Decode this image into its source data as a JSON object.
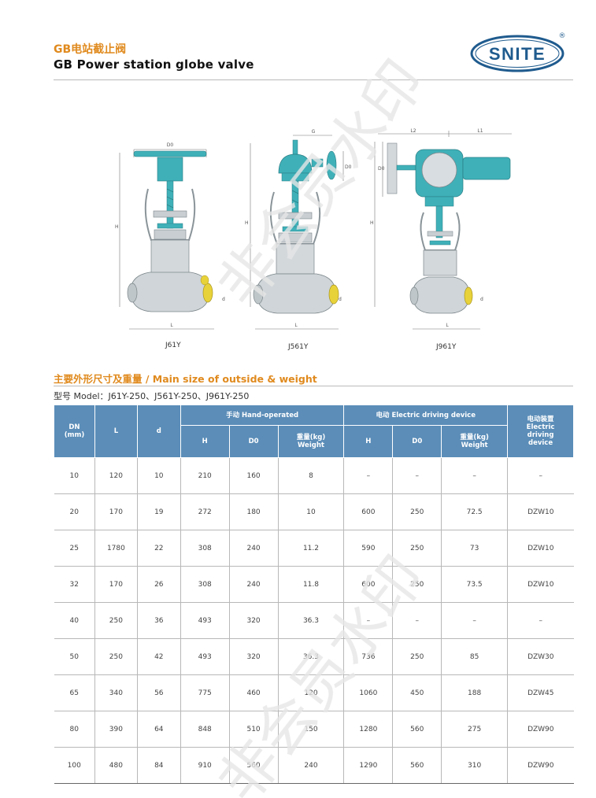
{
  "header": {
    "title_cn": "GB电站截止阀",
    "title_en": "GB Power station globe valve",
    "logo_text": "SNITE",
    "logo_mark": "®"
  },
  "drawings": [
    {
      "caption": "J61Y",
      "dims": [
        "D0",
        "H",
        "L",
        "d"
      ]
    },
    {
      "caption": "J561Y",
      "dims": [
        "G",
        "D0",
        "H",
        "L",
        "d"
      ]
    },
    {
      "caption": "J961Y",
      "dims": [
        "L2",
        "L1",
        "D0",
        "H",
        "L",
        "d"
      ]
    }
  ],
  "section": {
    "title": "主要外形尺寸及重量 / Main size of outside & weight",
    "model_line": "型号 Model：J61Y-250、J561Y-250、J961Y-250"
  },
  "table": {
    "headers": {
      "dn": "DN\n(mm)",
      "l": "L",
      "d": "d",
      "hand_group": "手动 Hand-operated",
      "elec_group": "电动 Electric driving device",
      "device": "电动装置\nElectric\ndriving\ndevice",
      "h": "H",
      "d0": "D0",
      "weight": "重量(kg)\nWeight"
    },
    "rows": [
      [
        "10",
        "120",
        "10",
        "210",
        "160",
        "8",
        "–",
        "–",
        "–",
        "–"
      ],
      [
        "20",
        "170",
        "19",
        "272",
        "180",
        "10",
        "600",
        "250",
        "72.5",
        "DZW10"
      ],
      [
        "25",
        "1780",
        "22",
        "308",
        "240",
        "11.2",
        "590",
        "250",
        "73",
        "DZW10"
      ],
      [
        "32",
        "170",
        "26",
        "308",
        "240",
        "11.8",
        "600",
        "250",
        "73.5",
        "DZW10"
      ],
      [
        "40",
        "250",
        "36",
        "493",
        "320",
        "36.3",
        "–",
        "–",
        "–",
        "–"
      ],
      [
        "50",
        "250",
        "42",
        "493",
        "320",
        "36.3",
        "736",
        "250",
        "85",
        "DZW30"
      ],
      [
        "65",
        "340",
        "56",
        "775",
        "460",
        "120",
        "1060",
        "450",
        "188",
        "DZW45"
      ],
      [
        "80",
        "390",
        "64",
        "848",
        "510",
        "150",
        "1280",
        "560",
        "275",
        "DZW90"
      ],
      [
        "100",
        "480",
        "84",
        "910",
        "560",
        "240",
        "1290",
        "560",
        "310",
        "DZW90"
      ]
    ]
  },
  "watermark": "非会员水印",
  "colors": {
    "accent_orange": "#e08a1e",
    "table_header": "#5b8db8",
    "logo_blue": "#1f5b8e",
    "valve_teal": "#3fb0b8",
    "valve_grey": "#c8ced2",
    "weld_yellow": "#e8d23a"
  }
}
